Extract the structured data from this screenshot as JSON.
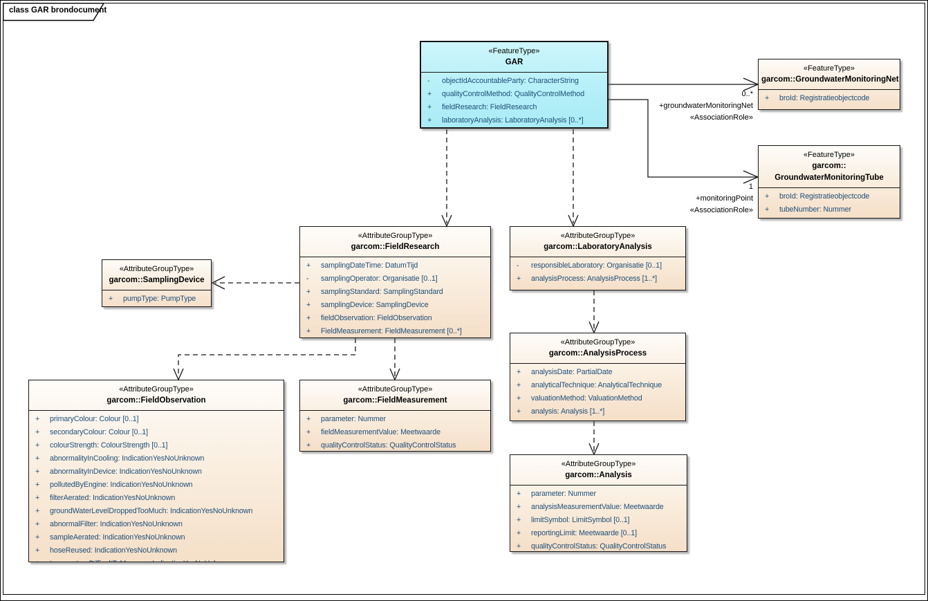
{
  "frame": {
    "title": "class GAR brondocument"
  },
  "colors": {
    "feature_fill": "#b4eff8",
    "attribute_group_fill_top": "#fefcf9",
    "attribute_group_fill_bottom": "#f5dfc8",
    "attribute_text": "#1e4e79",
    "border": "#000000"
  },
  "classes": {
    "gar": {
      "stereotype": "«FeatureType»",
      "name": "GAR",
      "attrs": [
        {
          "vis": "-",
          "text": "objectIdAccountableParty: CharacterString"
        },
        {
          "vis": "+",
          "text": "qualityControlMethod: QualityControlMethod"
        },
        {
          "vis": "+",
          "text": "fieldResearch: FieldResearch"
        },
        {
          "vis": "+",
          "text": "laboratoryAnalysis: LaboratoryAnalysis [0..*]"
        }
      ]
    },
    "net": {
      "stereotype": "«FeatureType»",
      "name": "garcom::GroundwaterMonitoringNet",
      "attrs": [
        {
          "vis": "+",
          "text": "broId: Registratieobjectcode"
        }
      ]
    },
    "tube": {
      "stereotype": "«FeatureType»",
      "name": "garcom::",
      "name2": "GroundwaterMonitoringTube",
      "attrs": [
        {
          "vis": "+",
          "text": "broId: Registratieobjectcode"
        },
        {
          "vis": "+",
          "text": "tubeNumber: Nummer"
        }
      ]
    },
    "fieldResearch": {
      "stereotype": "«AttributeGroupType»",
      "name": "garcom::FieldResearch",
      "attrs": [
        {
          "vis": "+",
          "text": "samplingDateTime: DatumTijd"
        },
        {
          "vis": "-",
          "text": "samplingOperator: Organisatie [0..1]"
        },
        {
          "vis": "+",
          "text": "samplingStandard: SamplingStandard"
        },
        {
          "vis": "+",
          "text": "samplingDevice: SamplingDevice"
        },
        {
          "vis": "+",
          "text": "fieldObservation: FieldObservation"
        },
        {
          "vis": "+",
          "text": "FieldMeasurement: FieldMeasurement [0..*]"
        }
      ]
    },
    "labAnalysis": {
      "stereotype": "«AttributeGroupType»",
      "name": "garcom::LaboratoryAnalysis",
      "attrs": [
        {
          "vis": "-",
          "text": "responsibleLaboratory: Organisatie [0..1]"
        },
        {
          "vis": "+",
          "text": "analysisProcess: AnalysisProcess [1..*]"
        }
      ]
    },
    "samplingDevice": {
      "stereotype": "«AttributeGroupType»",
      "name": "garcom::SamplingDevice",
      "attrs": [
        {
          "vis": "+",
          "text": "pumpType: PumpType"
        }
      ]
    },
    "fieldObservation": {
      "stereotype": "«AttributeGroupType»",
      "name": "garcom::FieldObservation",
      "attrs": [
        {
          "vis": "+",
          "text": "primaryColour: Colour [0..1]"
        },
        {
          "vis": "+",
          "text": "secondaryColour: Colour [0..1]"
        },
        {
          "vis": "+",
          "text": "colourStrength: ColourStrength [0..1]"
        },
        {
          "vis": "+",
          "text": "abnormalityInCooling: IndicationYesNoUnknown"
        },
        {
          "vis": "+",
          "text": "abnormalityInDevice: IndicationYesNoUnknown"
        },
        {
          "vis": "+",
          "text": "pollutedByEngine: IndicationYesNoUnknown"
        },
        {
          "vis": "+",
          "text": "filterAerated: IndicationYesNoUnknown"
        },
        {
          "vis": "+",
          "text": "groundWaterLevelDroppedTooMuch: IndicationYesNoUnknown"
        },
        {
          "vis": "+",
          "text": "abnormalFilter: IndicationYesNoUnknown"
        },
        {
          "vis": "+",
          "text": "sampleAerated: IndicationYesNoUnknown"
        },
        {
          "vis": "+",
          "text": "hoseReused: IndicationYesNoUnknown"
        },
        {
          "vis": "+",
          "text": "temperatureDifficultToMeasure: IndicationYesNoUnknown"
        }
      ]
    },
    "fieldMeasurement": {
      "stereotype": "«AttributeGroupType»",
      "name": "garcom::FieldMeasurement",
      "attrs": [
        {
          "vis": "+",
          "text": "parameter: Nummer"
        },
        {
          "vis": "+",
          "text": "fieldMeasurementValue: Meetwaarde"
        },
        {
          "vis": "+",
          "text": "qualityControlStatus: QualityControlStatus"
        }
      ]
    },
    "analysisProcess": {
      "stereotype": "«AttributeGroupType»",
      "name": "garcom::AnalysisProcess",
      "attrs": [
        {
          "vis": "+",
          "text": "analysisDate: PartialDate"
        },
        {
          "vis": "+",
          "text": "analyticalTechnique: AnalyticalTechnique"
        },
        {
          "vis": "+",
          "text": "valuationMethod: ValuationMethod"
        },
        {
          "vis": "+",
          "text": "analysis: Analysis [1..*]"
        }
      ]
    },
    "analysis": {
      "stereotype": "«AttributeGroupType»",
      "name": "garcom::Analysis",
      "attrs": [
        {
          "vis": "+",
          "text": "parameter: Nummer"
        },
        {
          "vis": "+",
          "text": "analysisMeasurementValue: Meetwaarde"
        },
        {
          "vis": "+",
          "text": "limitSymbol: LimitSymbol [0..1]"
        },
        {
          "vis": "+",
          "text": "reportingLimit: Meetwaarde [0..1]"
        },
        {
          "vis": "+",
          "text": "qualityControlStatus: QualityControlStatus"
        }
      ]
    }
  },
  "edge_labels": {
    "net_role": {
      "multiplicity": "0..*",
      "role": "+groundwaterMonitoringNet",
      "stereotype": "«AssociationRole»"
    },
    "tube_role": {
      "multiplicity": "1",
      "role": "+monitoringPoint",
      "stereotype": "«AssociationRole»"
    }
  }
}
